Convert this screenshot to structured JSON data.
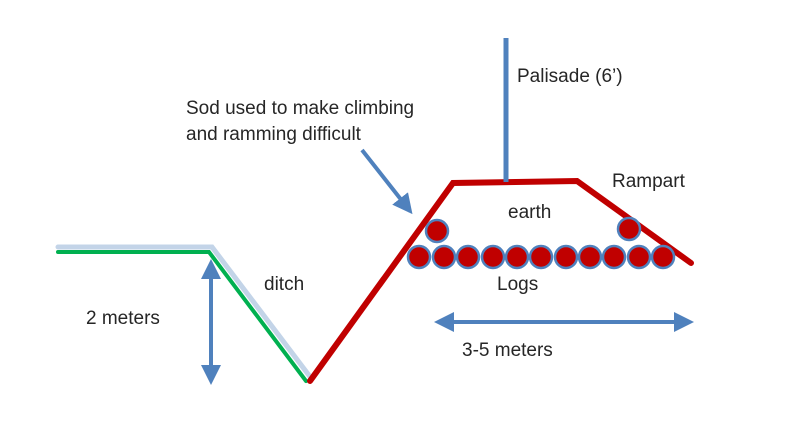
{
  "diagram": {
    "annotation": {
      "line1": "Sod used to make climbing",
      "line2": "and ramming difficult"
    },
    "labels": {
      "palisade": "Palisade (6’)",
      "rampart": "Rampart",
      "earth": "earth",
      "ditch": "ditch",
      "logs": "Logs",
      "depth": "2 meters",
      "width": "3-5 meters"
    },
    "colors": {
      "rampart-red": "#C00000",
      "arrow-blue": "#4F81BD",
      "grass-green": "#00B050",
      "ground-silver": "#C3D4E8",
      "text": "#262626"
    }
  }
}
